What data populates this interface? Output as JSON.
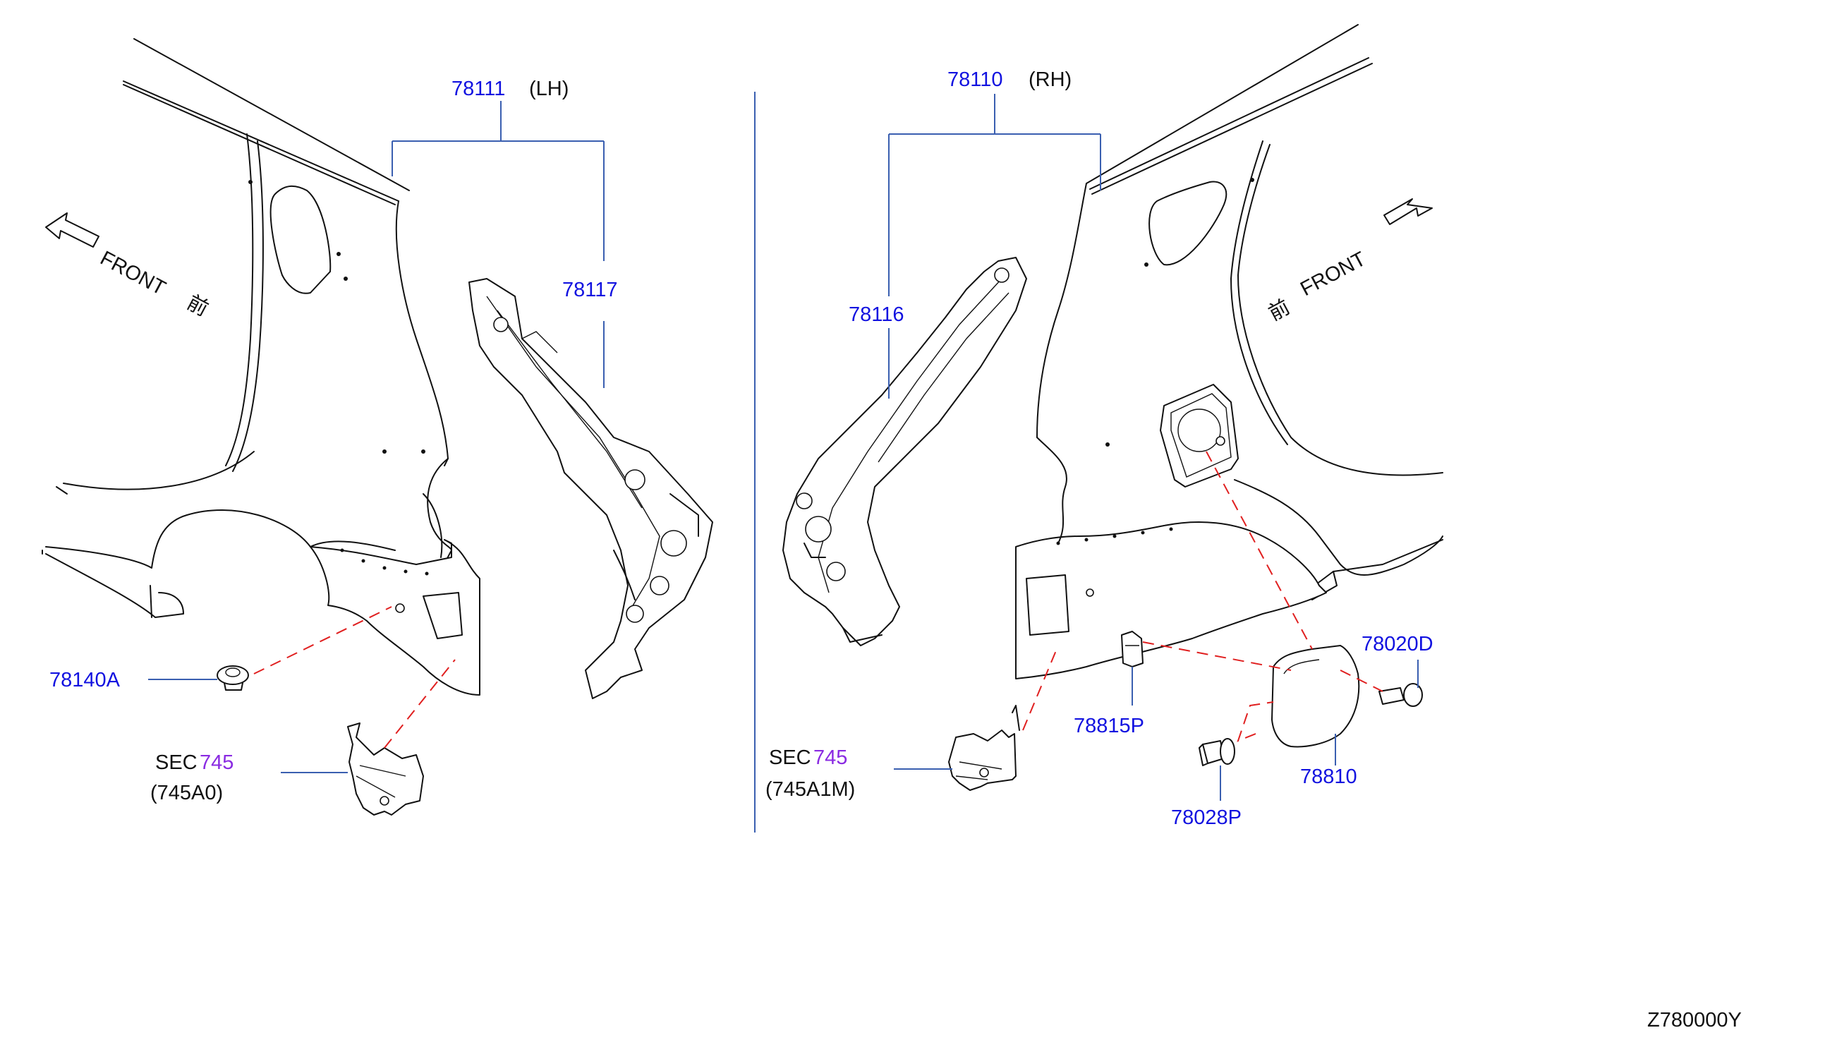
{
  "diagram_id": "Z780000Y",
  "front_label_left": "FRONT",
  "front_label_right": "FRONT",
  "front_kanji": "前",
  "parts": {
    "p78111": "78111",
    "p78111_side": "(LH)",
    "p78110": "78110",
    "p78110_side": "(RH)",
    "p78117": "78117",
    "p78116": "78116",
    "p78140A": "78140A",
    "p78020D": "78020D",
    "p78815P": "78815P",
    "p78810": "78810",
    "p78028P": "78028P"
  },
  "sections": {
    "left_sec_prefix": "SEC",
    "left_sec_num": "745",
    "left_sec_sub": "(745A0)",
    "right_sec_prefix": "SEC",
    "right_sec_num": "745",
    "right_sec_sub": "(745A1M)"
  },
  "colors": {
    "part_number": "#1212e0",
    "section_number": "#8a2be2",
    "leader": "#3a5fb0",
    "dashed_link": "#e02020",
    "linework": "#111111"
  }
}
